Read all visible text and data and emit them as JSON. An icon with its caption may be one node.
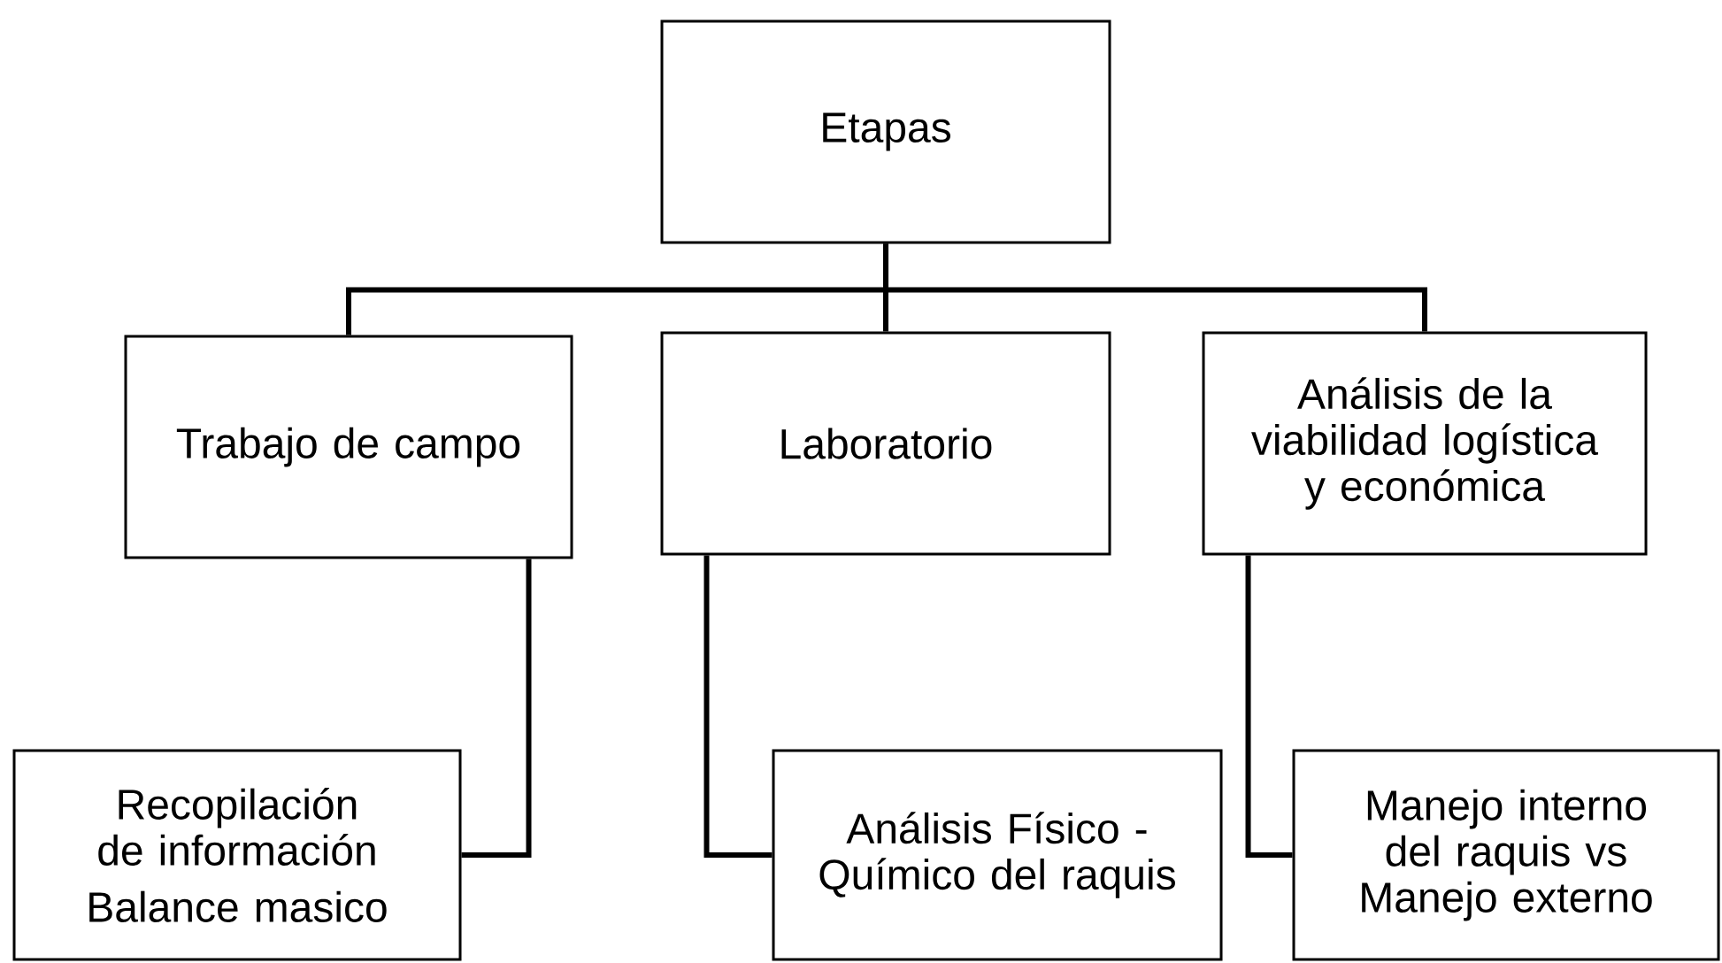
{
  "diagram": {
    "nodes": [
      {
        "text": [
          "Etapas"
        ]
      },
      {
        "text": [
          "Trabajo de campo"
        ]
      },
      {
        "text": [
          "Laboratorio"
        ]
      },
      {
        "text": [
          "Análisis de la viabilidad logística y económica"
        ]
      },
      {
        "text": [
          "Recopilación de información",
          "Balance masico"
        ]
      },
      {
        "text": [
          "Análisis Físico - Químico del raquis"
        ]
      },
      {
        "text": [
          "Manejo interno del raquis vs Manejo externo"
        ]
      }
    ],
    "edges": [
      {
        "from": 0,
        "to": 1,
        "arrow": "none"
      },
      {
        "from": 0,
        "to": 2,
        "arrow": "none"
      },
      {
        "from": 0,
        "to": 3,
        "arrow": "none"
      },
      {
        "from": 1,
        "to": 4,
        "arrow": "none"
      },
      {
        "from": 2,
        "to": 5,
        "arrow": "none"
      },
      {
        "from": 3,
        "to": 6,
        "arrow": "none"
      }
    ]
  }
}
